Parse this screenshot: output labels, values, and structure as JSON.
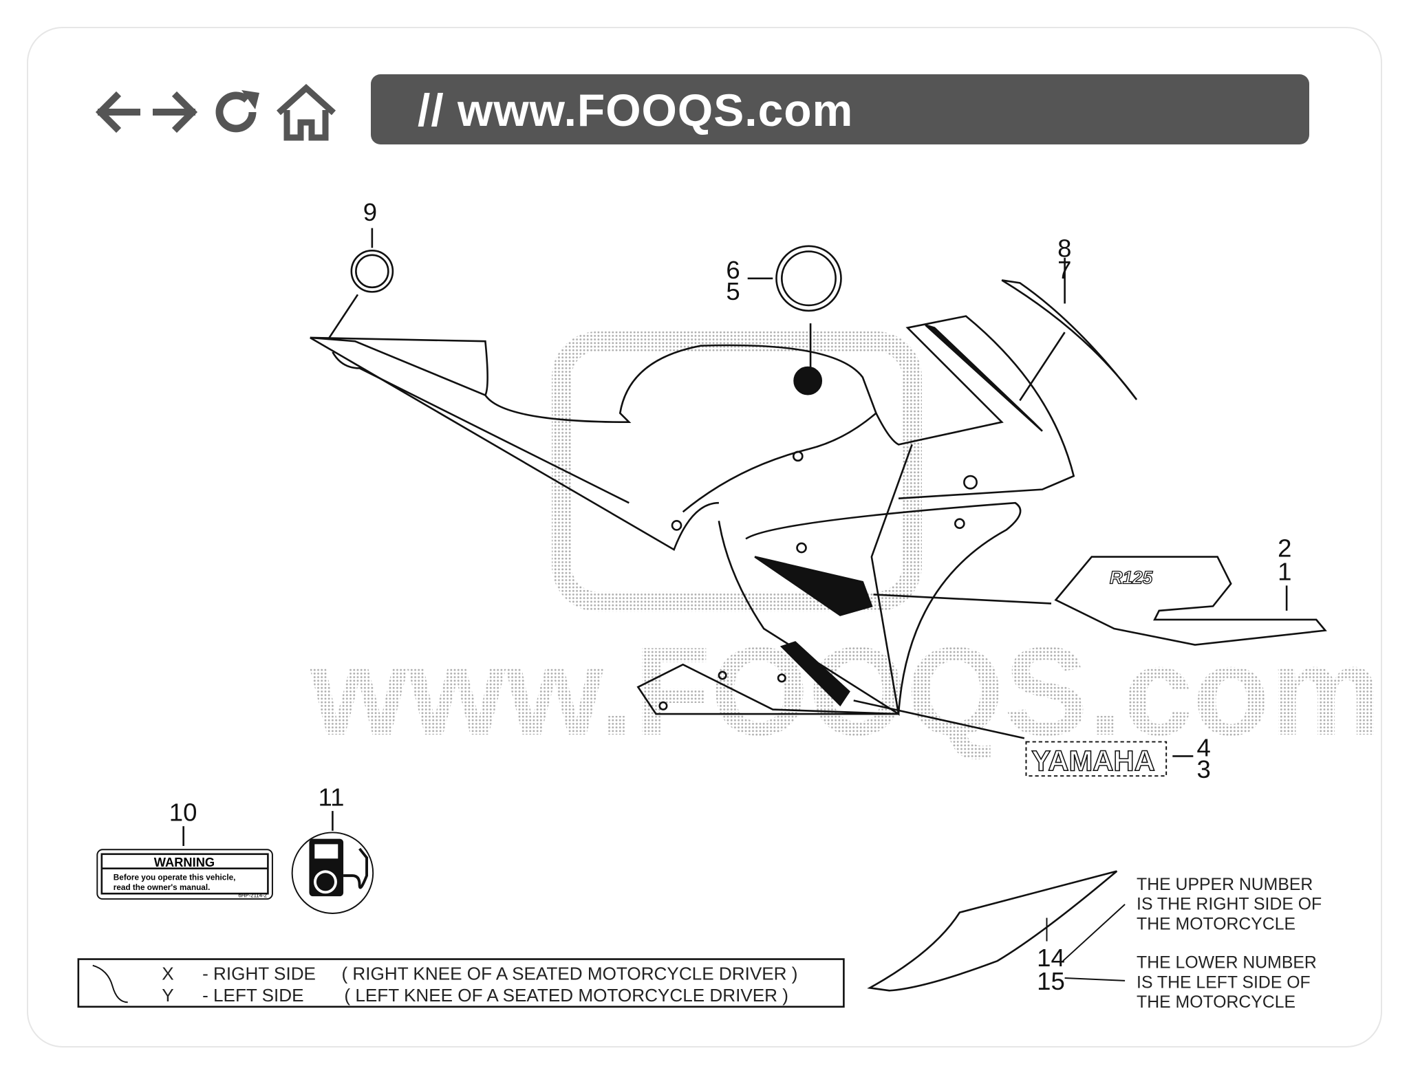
{
  "browser": {
    "back_icon": "arrow-left-icon",
    "forward_icon": "arrow-right-icon",
    "reload_icon": "reload-icon",
    "home_icon": "home-icon",
    "url": "// www.FOOQS.com"
  },
  "watermark": {
    "text": "www.FOOQS.com"
  },
  "callouts": {
    "c9": "9",
    "c6": "6",
    "c5": "5",
    "c8": "8",
    "c7": "7",
    "c2": "2",
    "c1": "1",
    "c4": "4",
    "c3": "3",
    "c10": "10",
    "c11": "11",
    "c14": "14",
    "c15": "15"
  },
  "decals": {
    "r125_logo": "R125",
    "yamaha_logo": "YAMAHA",
    "warning_title": "WARNING",
    "warning_line1": "Before you operate this vehicle,",
    "warning_line2": "read the owner's manual.",
    "warning_code": "6HP-2114-2",
    "fuel_icon": "unleaded-fuel-pump-icon"
  },
  "notes": {
    "upper_1": "THE UPPER NUMBER",
    "upper_2": "IS THE RIGHT SIDE OF",
    "upper_3": "THE MOTORCYCLE",
    "lower_1": "THE LOWER NUMBER",
    "lower_2": "IS THE LEFT SIDE OF",
    "lower_3": "THE MOTORCYCLE"
  },
  "legend": {
    "x_key": "X",
    "x_side": "- RIGHT SIDE",
    "x_desc": "( RIGHT KNEE OF A SEATED MOTORCYCLE DRIVER )",
    "y_key": "Y",
    "y_side": "- LEFT SIDE",
    "y_desc": "( LEFT KNEE OF A SEATED MOTORCYCLE DRIVER )"
  }
}
